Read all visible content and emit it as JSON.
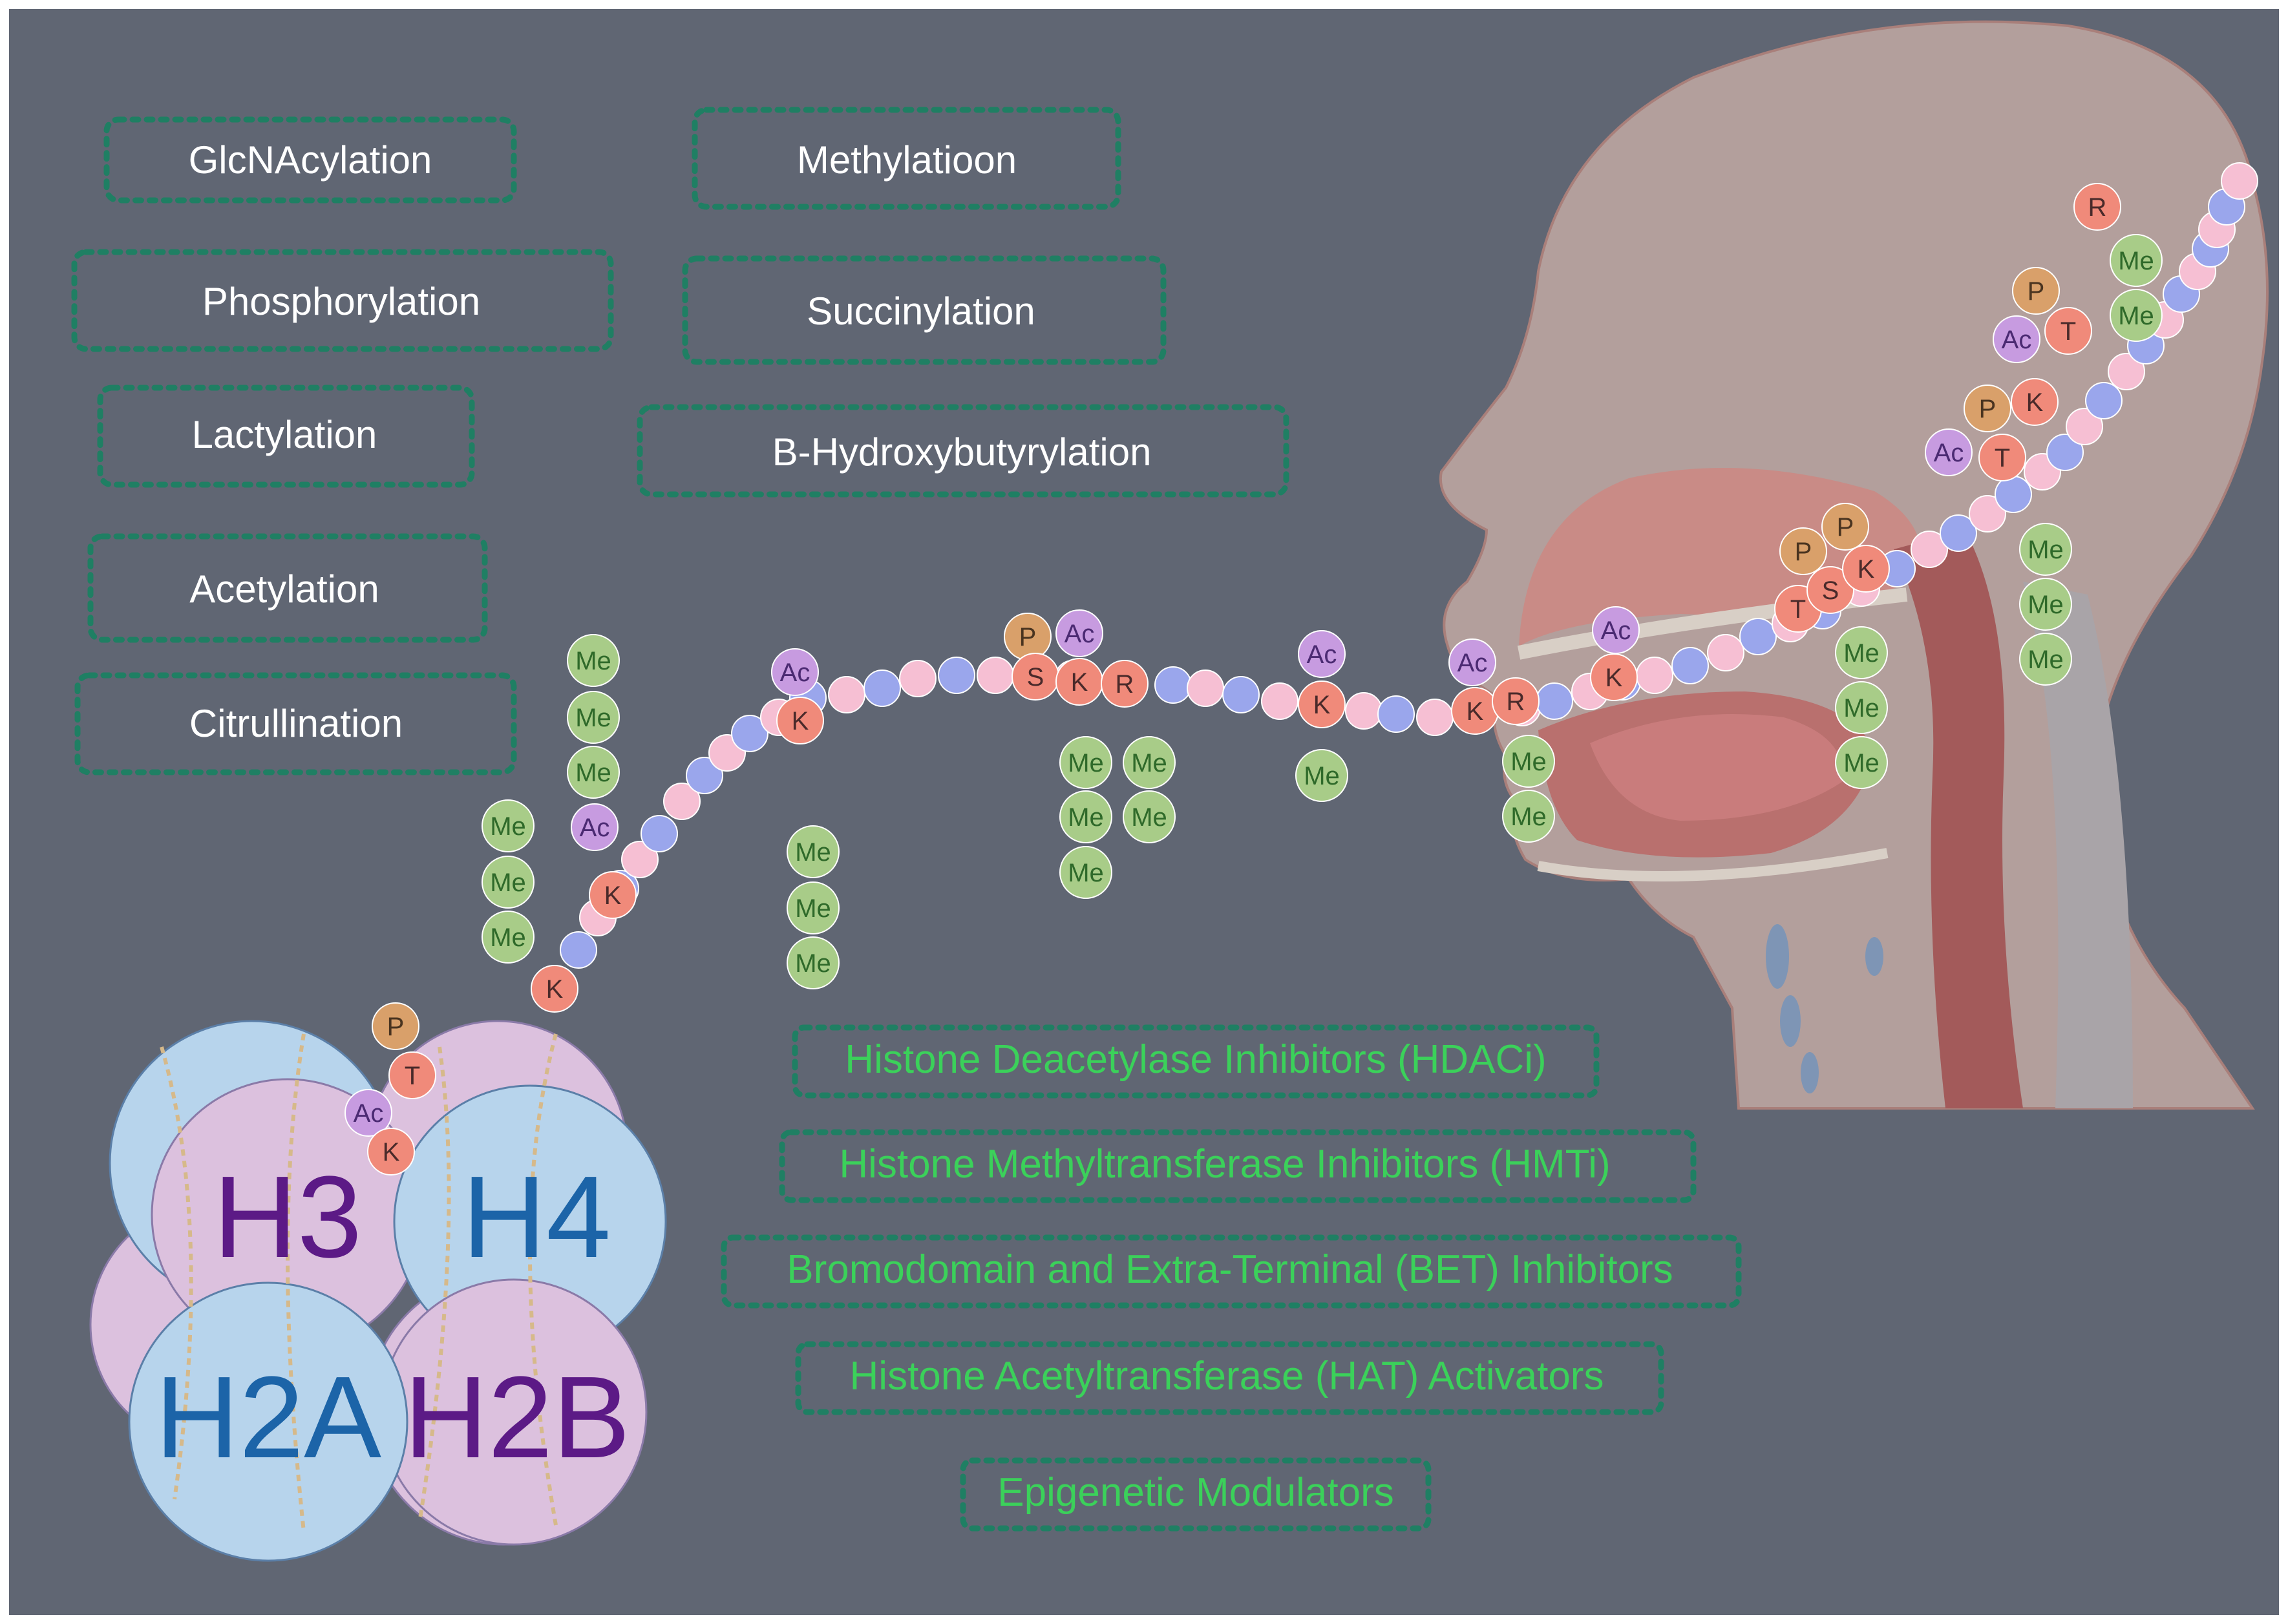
{
  "colors": {
    "background": "#606673",
    "dotted_border": "#1f7f63",
    "modification_text": "#ffffff",
    "inhibitor_text": "#3bd15a",
    "lysine": "#f08a7a",
    "serine": "#f08a7a",
    "arginine": "#f08a7a",
    "threonine": "#f08a7a",
    "phospho": "#d9a06a",
    "acetyl": "#c79be0",
    "methyl": "#a8cc88",
    "chain_blue": "#9aa6ec",
    "chain_pink": "#f6bfd3",
    "histone_blue": "#b7d4ec",
    "histone_pink": "#dcc1de",
    "head_skin": "#b39f9c"
  },
  "modifications": [
    {
      "key": "glcnac",
      "label": "GlcNAcylation"
    },
    {
      "key": "phospho",
      "label": "Phosphorylation"
    },
    {
      "key": "lactyl",
      "label": "Lactylation"
    },
    {
      "key": "acetyl",
      "label": "Acetylation"
    },
    {
      "key": "citrul",
      "label": "Citrullination"
    },
    {
      "key": "methyl",
      "label": "Methylatioon"
    },
    {
      "key": "succinyl",
      "label": "Succinylation"
    },
    {
      "key": "bhb",
      "label": "B-Hydroxybutyrylation"
    }
  ],
  "therapies": [
    {
      "key": "hdaci",
      "label": "Histone Deacetylase Inhibitors (HDACi)"
    },
    {
      "key": "hmti",
      "label": "Histone Methyltransferase Inhibitors (HMTi)"
    },
    {
      "key": "bet",
      "label": "Bromodomain and Extra-Terminal (BET) Inhibitors"
    },
    {
      "key": "hat",
      "label": "Histone Acetyltransferase (HAT) Activators"
    },
    {
      "key": "epi",
      "label": "Epigenetic Modulators"
    }
  ],
  "histones": {
    "h3": "H3",
    "h4": "H4",
    "h2a": "H2A",
    "h2b": "H2B"
  },
  "residue_labels": {
    "lysine": "K",
    "serine": "S",
    "arginine": "R",
    "threonine": "T",
    "phospho": "P",
    "acetyl": "Ac",
    "methyl": "Me"
  }
}
